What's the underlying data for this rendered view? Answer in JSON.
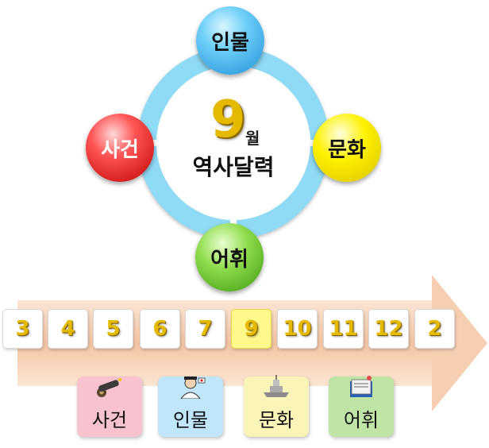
{
  "calendar": {
    "month": "9",
    "month_unit": "월",
    "title": "역사달력"
  },
  "orbs": {
    "top": "인물",
    "right": "문화",
    "bottom": "어휘",
    "left": "사건"
  },
  "months": [
    "3",
    "4",
    "5",
    "6",
    "7",
    "9",
    "10",
    "11",
    "12",
    "2"
  ],
  "selected_month": "9",
  "categories": [
    {
      "label": "사건",
      "icon": "cannon-icon"
    },
    {
      "label": "인물",
      "icon": "person-icon"
    },
    {
      "label": "문화",
      "icon": "ship-icon"
    },
    {
      "label": "어휘",
      "icon": "book-icon"
    }
  ],
  "colors": {
    "ring": "#8fdaf4",
    "orb_top": "#1f8fd8",
    "orb_right": "#fff200",
    "orb_bottom": "#8edb4a",
    "orb_left": "#ff5555",
    "arrow": "#f3c4a2",
    "month_digits": "#e4b900",
    "active_month_bg": "#fff88a"
  }
}
